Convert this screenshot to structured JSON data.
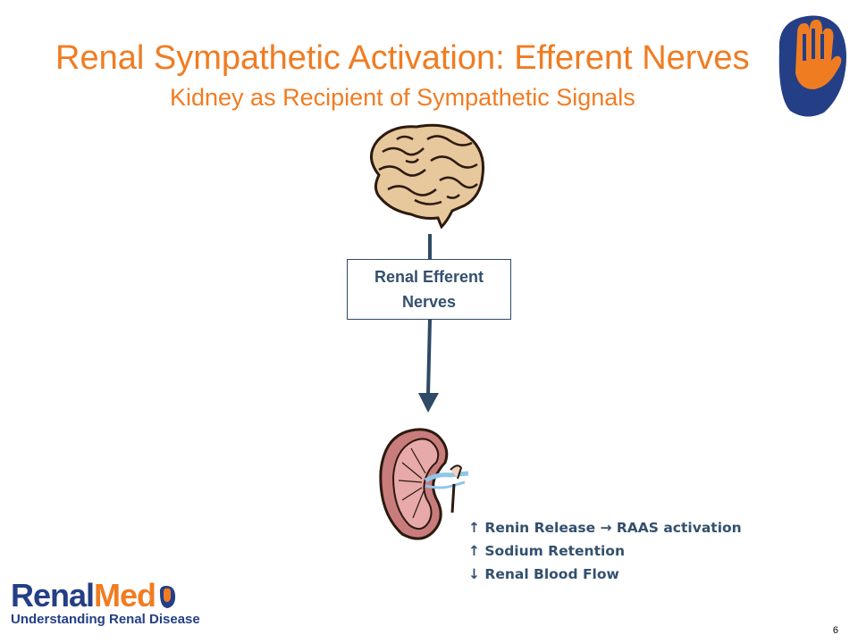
{
  "slide": {
    "title": "Renal Sympathetic Activation: Efferent Nerves",
    "subtitle": "Kidney as Recipient of Sympathetic Signals",
    "page_number": "6"
  },
  "diagram": {
    "nerve_box_label": "Renal Efferent Nerves",
    "effects": [
      "↑ Renin Release → RAAS activation",
      "↑ Sodium Retention",
      "↓ Renal Blood Flow"
    ]
  },
  "brand": {
    "name_part1": "Renal",
    "name_part2": "Med",
    "tagline": "Understanding Renal Disease"
  },
  "colors": {
    "title": "#F07C22",
    "arrow": "#2E4A66",
    "text": "#33506E",
    "brand_blue": "#243F85"
  },
  "icons": [
    "hand-logo-icon",
    "brain-icon",
    "kidney-icon"
  ]
}
